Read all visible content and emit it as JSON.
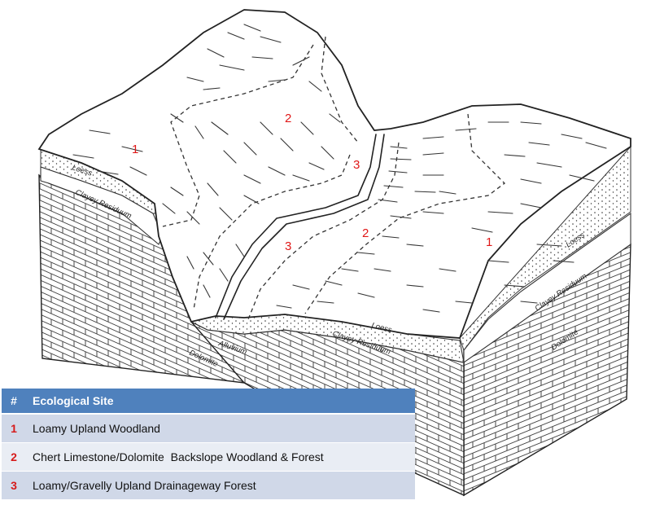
{
  "site_labels": [
    {
      "id": "site-1-left",
      "text": "1"
    },
    {
      "id": "site-2-upper",
      "text": "2"
    },
    {
      "id": "site-3-upper",
      "text": "3"
    },
    {
      "id": "site-3-lower",
      "text": "3"
    },
    {
      "id": "site-2-lower",
      "text": "2"
    },
    {
      "id": "site-1-right",
      "text": "1"
    }
  ],
  "layer_labels": {
    "loess_left": "Loess",
    "clayey_left": "Clayey Residuum",
    "alluvium": "Alluvium",
    "dolomite_front": "Dolomite",
    "loess_front": "Loess",
    "clayey_front": "Clayey Residuum",
    "loess_right": "Loess",
    "clayey_right": "Clayey Residuum",
    "dolomite_right": "Dolomite"
  },
  "legend": {
    "header": {
      "num": "#",
      "label": "Ecological Site"
    },
    "rows": [
      {
        "num": "1",
        "label": "Loamy Upland Woodland"
      },
      {
        "num": "2",
        "label": "Chert Limestone/Dolomite  Backslope Woodland & Forest"
      },
      {
        "num": "3",
        "label": "Loamy/Gravelly Upland Drainageway Forest"
      }
    ],
    "colors": {
      "header_bg": "#4f81bd",
      "row_odd": "#d0d8e8",
      "row_even": "#e9edf4",
      "number": "#d61a1a"
    }
  }
}
